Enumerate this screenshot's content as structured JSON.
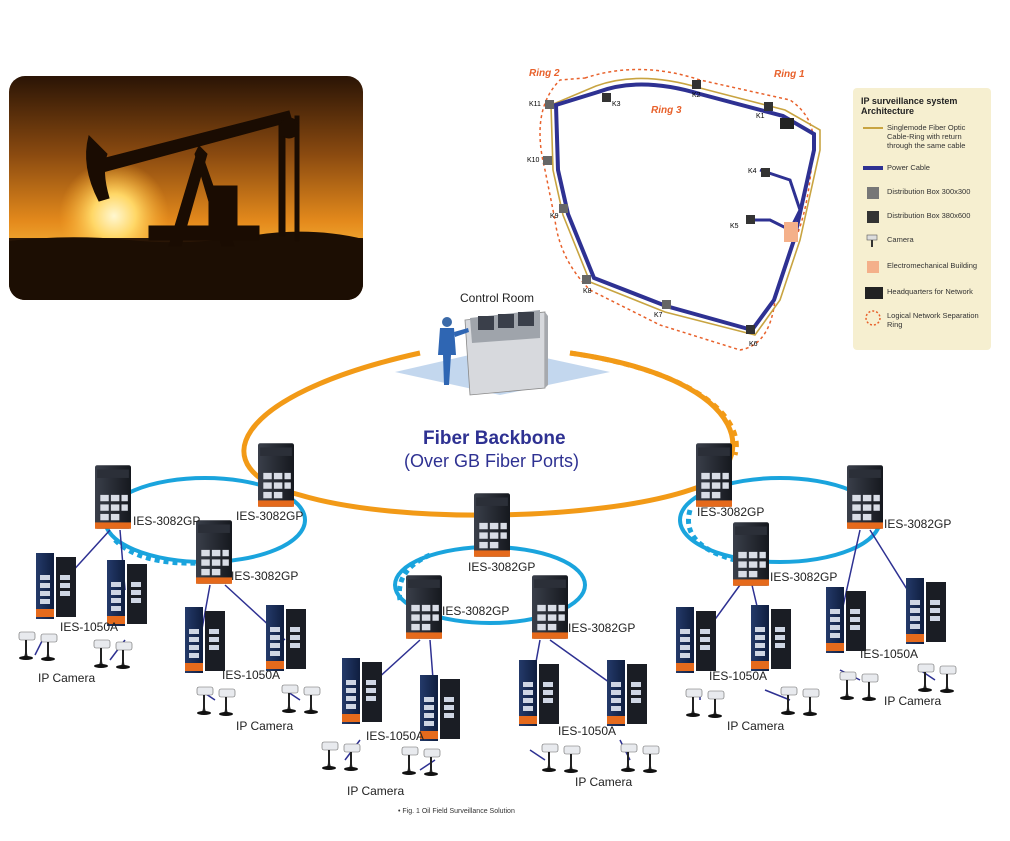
{
  "control_room": {
    "label": "Control Room"
  },
  "backbone": {
    "title": "Fiber Backbone",
    "subtitle": "(Over GB Fiber Ports)"
  },
  "switch_labels": {
    "ies3082gp": "IES-3082GP",
    "ies1050a": "IES-1050A",
    "ip_camera": "IP Camera"
  },
  "ring_map": {
    "ring1": "Ring 1",
    "ring2": "Ring 2",
    "ring3": "Ring 3",
    "nodes": [
      "K1",
      "K2",
      "K3",
      "K4",
      "K5",
      "K6",
      "K7",
      "K8",
      "K9",
      "K10",
      "K11"
    ]
  },
  "legend": {
    "title": "IP surveillance system Architecture",
    "items": [
      {
        "text": "Singlemode Fiber Optic Cable-Ring with return through the same cable"
      },
      {
        "text": "Power Cable"
      },
      {
        "text": "Distribution Box 300x300"
      },
      {
        "text": "Distribution Box 380x600"
      },
      {
        "text": "Camera"
      },
      {
        "text": "Electromechanical Building"
      },
      {
        "text": "Headquarters for Network"
      },
      {
        "text": "Logical Network Separation Ring"
      }
    ]
  },
  "caption": "• Fig. 1  Oil Field Surveillance Solution",
  "colors": {
    "backbone_ring": "#f29a17",
    "sub_ring": "#1aa4dd",
    "power_cable": "#2e3192",
    "fiber": "#c8a441",
    "separation_ring": "#e8612b",
    "title_blue": "#2e3192"
  }
}
